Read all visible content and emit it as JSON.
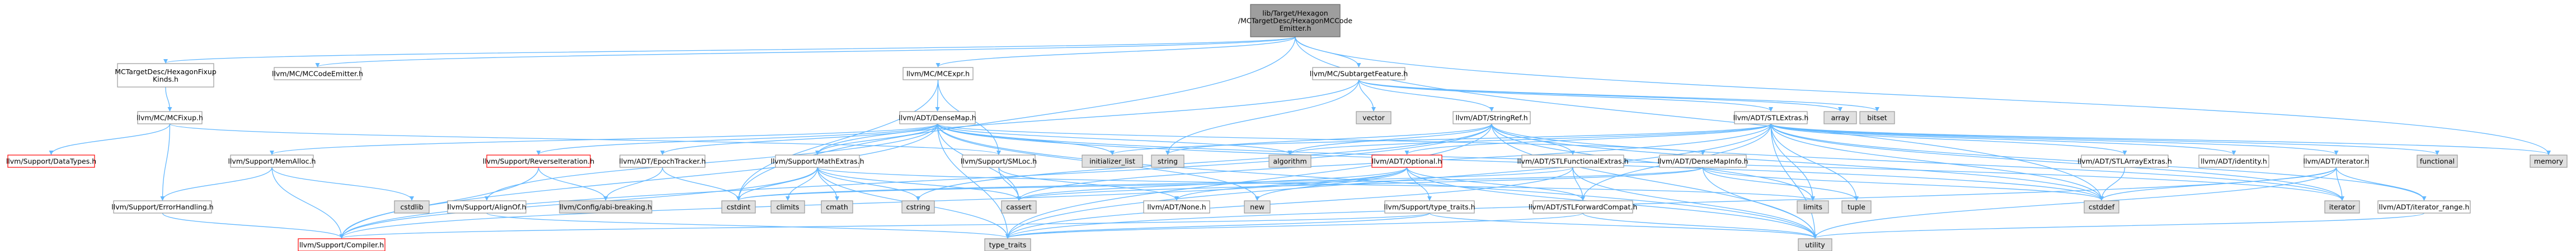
{
  "colors": {
    "normal_fill": "#ffffff",
    "normal_stroke": "#9a9a9a",
    "root_fill": "#9e9e9e",
    "root_stroke": "#686868",
    "gray_fill": "#e0e0e0",
    "gray_stroke": "#9a9a9a",
    "red_text": "#ff0000",
    "red_stroke": "#ff0000",
    "edge": "#63b8ff"
  },
  "nodes": [
    {
      "id": "root",
      "lines": [
        "lib/Target/Hexagon",
        "/MCTargetDesc/HexagonMCCode",
        "Emitter.h"
      ],
      "style": "root"
    },
    {
      "id": "hexfixup",
      "lines": [
        "MCTargetDesc/HexagonFixup",
        "Kinds.h"
      ],
      "style": "normal"
    },
    {
      "id": "mccodeemitter",
      "lines": [
        "llvm/MC/MCCodeEmitter.h"
      ],
      "style": "normal"
    },
    {
      "id": "mcexpr",
      "lines": [
        "llvm/MC/MCExpr.h"
      ],
      "style": "normal"
    },
    {
      "id": "subtarget",
      "lines": [
        "llvm/MC/SubtargetFeature.h"
      ],
      "style": "normal"
    },
    {
      "id": "mcfixup",
      "lines": [
        "llvm/MC/MCFixup.h"
      ],
      "style": "normal"
    },
    {
      "id": "densemap",
      "lines": [
        "llvm/ADT/DenseMap.h"
      ],
      "style": "normal"
    },
    {
      "id": "vector",
      "lines": [
        "vector"
      ],
      "style": "gray"
    },
    {
      "id": "stringref",
      "lines": [
        "llvm/ADT/StringRef.h"
      ],
      "style": "normal"
    },
    {
      "id": "stlextras",
      "lines": [
        "llvm/ADT/STLExtras.h"
      ],
      "style": "normal"
    },
    {
      "id": "array",
      "lines": [
        "array"
      ],
      "style": "gray"
    },
    {
      "id": "bitset",
      "lines": [
        "bitset"
      ],
      "style": "gray"
    },
    {
      "id": "datatypes",
      "lines": [
        "llvm/Support/DataTypes.h"
      ],
      "style": "red"
    },
    {
      "id": "memalloc",
      "lines": [
        "llvm/Support/MemAlloc.h"
      ],
      "style": "normal"
    },
    {
      "id": "reverseiter",
      "lines": [
        "llvm/Support/ReverseIteration.h"
      ],
      "style": "red"
    },
    {
      "id": "epochtracker",
      "lines": [
        "llvm/ADT/EpochTracker.h"
      ],
      "style": "normal"
    },
    {
      "id": "mathextras",
      "lines": [
        "llvm/Support/MathExtras.h"
      ],
      "style": "normal"
    },
    {
      "id": "simplestlist",
      "lines": [
        "llvm/Support/SMLoc.h"
      ],
      "style": "normal"
    },
    {
      "id": "initlist",
      "lines": [
        "initializer_list"
      ],
      "style": "gray"
    },
    {
      "id": "string",
      "lines": [
        "string"
      ],
      "style": "gray"
    },
    {
      "id": "algorithm",
      "lines": [
        "algorithm"
      ],
      "style": "gray"
    },
    {
      "id": "optional",
      "lines": [
        "llvm/ADT/Optional.h"
      ],
      "style": "red"
    },
    {
      "id": "stlfunctional",
      "lines": [
        "llvm/ADT/STLFunctionalExtras.h"
      ],
      "style": "normal"
    },
    {
      "id": "densemapinfo",
      "lines": [
        "llvm/ADT/DenseMapInfo.h"
      ],
      "style": "normal"
    },
    {
      "id": "stlarray",
      "lines": [
        "llvm/ADT/STLArrayExtras.h"
      ],
      "style": "normal"
    },
    {
      "id": "identity",
      "lines": [
        "llvm/ADT/identity.h"
      ],
      "style": "normal"
    },
    {
      "id": "adtiterator",
      "lines": [
        "llvm/ADT/iterator.h"
      ],
      "style": "normal"
    },
    {
      "id": "functional",
      "lines": [
        "functional"
      ],
      "style": "gray"
    },
    {
      "id": "memory",
      "lines": [
        "memory"
      ],
      "style": "gray"
    },
    {
      "id": "cstdlib",
      "lines": [
        "cstdlib"
      ],
      "style": "gray"
    },
    {
      "id": "errorhandling",
      "lines": [
        "llvm/Support/ErrorHandling.h"
      ],
      "style": "normal"
    },
    {
      "id": "alignof",
      "lines": [
        "llvm/Support/AlignOf.h"
      ],
      "style": "normal"
    },
    {
      "id": "configbreaking",
      "lines": [
        "llvm/Config/abi-breaking.h"
      ],
      "style": "gray"
    },
    {
      "id": "cstdint",
      "lines": [
        "cstdint"
      ],
      "style": "gray"
    },
    {
      "id": "climits",
      "lines": [
        "climits"
      ],
      "style": "gray"
    },
    {
      "id": "cmath",
      "lines": [
        "cmath"
      ],
      "style": "gray"
    },
    {
      "id": "cstring",
      "lines": [
        "cstring"
      ],
      "style": "gray"
    },
    {
      "id": "cassert",
      "lines": [
        "cassert"
      ],
      "style": "gray"
    },
    {
      "id": "none",
      "lines": [
        "llvm/ADT/None.h"
      ],
      "style": "normal"
    },
    {
      "id": "new",
      "lines": [
        "new"
      ],
      "style": "gray"
    },
    {
      "id": "typetraits",
      "lines": [
        "llvm/Support/type_traits.h"
      ],
      "style": "normal"
    },
    {
      "id": "stlforward",
      "lines": [
        "llvm/ADT/STLForwardCompat.h"
      ],
      "style": "normal"
    },
    {
      "id": "limits",
      "lines": [
        "limits"
      ],
      "style": "gray"
    },
    {
      "id": "tuple",
      "lines": [
        "tuple"
      ],
      "style": "gray"
    },
    {
      "id": "cstddef",
      "lines": [
        "cstddef"
      ],
      "style": "gray"
    },
    {
      "id": "iterator",
      "lines": [
        "iterator"
      ],
      "style": "gray"
    },
    {
      "id": "iterrange",
      "lines": [
        "llvm/ADT/iterator_range.h"
      ],
      "style": "normal"
    },
    {
      "id": "compiler",
      "lines": [
        "llvm/Support/Compiler.h"
      ],
      "style": "red"
    },
    {
      "id": "typetraitsstd",
      "lines": [
        "type_traits"
      ],
      "style": "gray"
    },
    {
      "id": "utility",
      "lines": [
        "utility"
      ],
      "style": "gray"
    }
  ]
}
